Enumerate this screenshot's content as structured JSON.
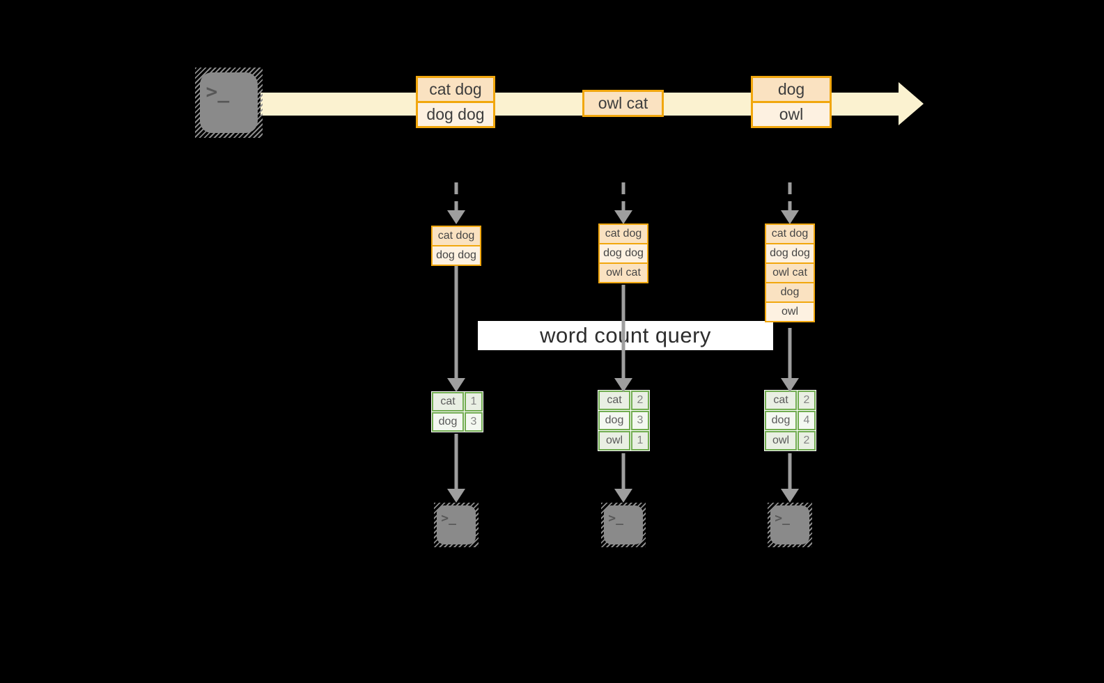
{
  "title": {
    "text": "word count query"
  },
  "stream": {
    "batches": [
      {
        "cells": [
          "cat dog",
          "dog dog"
        ]
      },
      {
        "cells": [
          "owl cat"
        ]
      },
      {
        "cells": [
          "dog",
          "owl"
        ]
      }
    ]
  },
  "microbatches": [
    {
      "cells": [
        "cat dog",
        "dog dog"
      ]
    },
    {
      "cells": [
        "cat dog",
        "dog dog",
        "owl cat"
      ]
    },
    {
      "cells": [
        "cat dog",
        "dog dog",
        "owl cat",
        "dog",
        "owl"
      ]
    }
  ],
  "tables": [
    {
      "rows": [
        {
          "word": "cat",
          "count": "1"
        },
        {
          "word": "dog",
          "count": "3"
        }
      ]
    },
    {
      "rows": [
        {
          "word": "cat",
          "count": "2"
        },
        {
          "word": "dog",
          "count": "3"
        },
        {
          "word": "owl",
          "count": "1"
        }
      ]
    },
    {
      "rows": [
        {
          "word": "cat",
          "count": "2"
        },
        {
          "word": "dog",
          "count": "4"
        },
        {
          "word": "owl",
          "count": "2"
        }
      ]
    }
  ],
  "icons": {
    "source": "terminal-icon",
    "sink": "terminal-icon",
    "prompt_glyph": ">_"
  },
  "colors": {
    "background": "#000000",
    "stream_band": "#fbf2d0",
    "box_border": "#f1a70e",
    "box_fill_dark": "#fae2c1",
    "box_fill_light": "#fdf1e1",
    "table_border": "#71ac50",
    "table_fill_dark": "#e9efe3",
    "table_fill_light": "#f4f8f1",
    "arrow_gray": "#9e9e9e",
    "label_bg": "#ffffff",
    "text_dark": "#3d3d3d"
  }
}
